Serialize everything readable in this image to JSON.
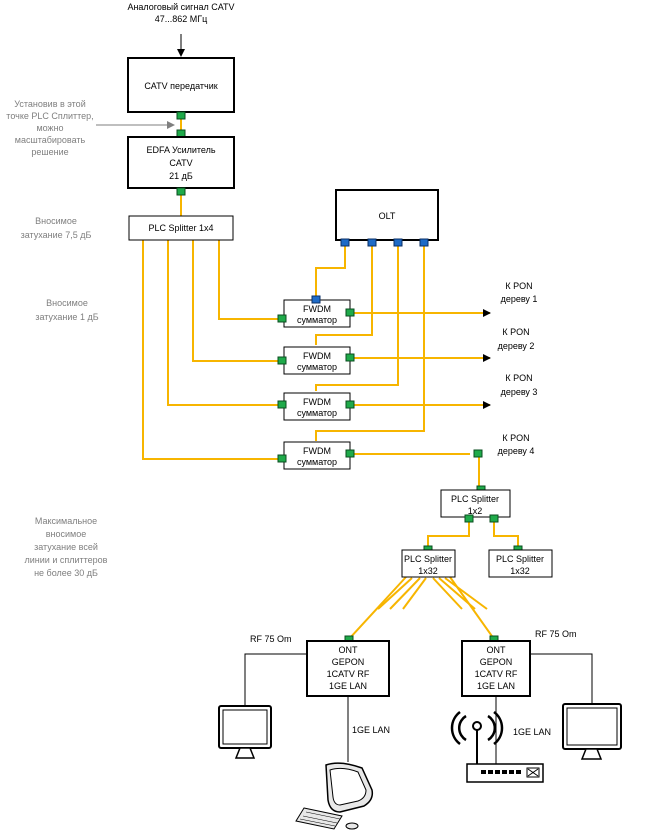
{
  "colors": {
    "fiber": "#f7b500",
    "port_green": "#1faa4a",
    "port_blue": "#1e6bc7",
    "note_gray": "#7f7f7f"
  },
  "source": {
    "line1": "Аналоговый сигнал CATV",
    "line2": "47...862 МГц"
  },
  "catv_tx": {
    "label": "CATV передатчик"
  },
  "edfa": {
    "line1": "EDFA Усилитель",
    "line2": "CATV",
    "line3": "21 дБ"
  },
  "plc_main": {
    "label": "PLC Splitter 1x4"
  },
  "olt": {
    "label": "OLT"
  },
  "fwdm": {
    "line1": "FWDM",
    "line2": "сумматор"
  },
  "notes": {
    "expand": [
      "Установив в этой",
      "точке PLC Сплиттер,",
      "можно",
      "масштабировать",
      "решение"
    ],
    "loss_splitter": [
      "Вносимое",
      "затухание 7,5 дБ"
    ],
    "loss_fwdm": [
      "Вносимое",
      "затухание 1 дБ"
    ],
    "loss_max": [
      "Максимальное",
      "вносимое",
      "затухание всей",
      "линии и сплиттеров",
      "не более 30 дБ"
    ]
  },
  "pon_trees": [
    {
      "line1": "К PON",
      "line2": "дереву 1"
    },
    {
      "line1": "К PON",
      "line2": "дереву 2"
    },
    {
      "line1": "К PON",
      "line2": "дереву 3"
    },
    {
      "line1": "К PON",
      "line2": "дереву 4"
    }
  ],
  "splitter_1x2": {
    "line1": "PLC Splitter",
    "line2": "1x2"
  },
  "splitter_1x32_left": {
    "line1": "PLC Splitter",
    "line2": "1x32"
  },
  "splitter_1x32_right": {
    "line1": "PLC Splitter",
    "line2": "1x32"
  },
  "ont_left": {
    "lines": [
      "ONT",
      "GEPON",
      "1CATV RF",
      "1GE LAN"
    ],
    "rf": "RF 75 Om",
    "lan": "1GE LAN"
  },
  "ont_right": {
    "lines": [
      "ONT",
      "GEPON",
      "1CATV RF",
      "1GE LAN"
    ],
    "rf": "RF 75 Om",
    "lan": "1GE LAN"
  },
  "icons": [
    "monitor-icon",
    "computer-icon",
    "wifi-router-icon",
    "monitor-icon"
  ]
}
